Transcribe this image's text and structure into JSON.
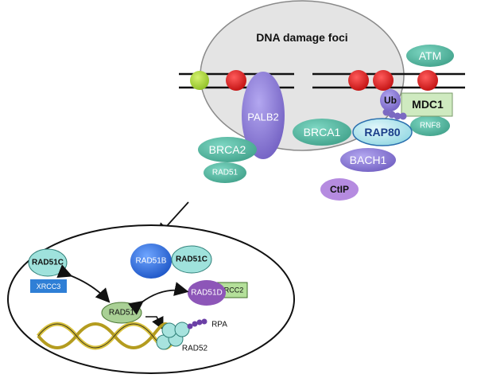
{
  "title": "DNA damage foci",
  "upper": {
    "proteins": {
      "ATM": "ATM",
      "PALB2": "PALB2",
      "Ub": "Ub",
      "MDC1": "MDC1",
      "BRCA1": "BRCA1",
      "RAP80": "RAP80",
      "RNF8": "RNF8",
      "BRCA2": "BRCA2",
      "RAD51": "RAD51",
      "BACH1": "BACH1",
      "CtIP": "CtIP"
    }
  },
  "lower": {
    "proteins": {
      "RAD51C_left": "RAD51C",
      "XRCC3": "XRCC3",
      "RAD51B": "RAD51B",
      "RAD51C_right": "RAD51C",
      "RAD51D": "RAD51D",
      "XRCC2": "XRCC2",
      "RAD51": "RAD51",
      "RPA": "RPA",
      "RAD52": "RAD52"
    }
  },
  "colors": {
    "teal": "#4fb5a0",
    "purple_light": "#8e7fd3",
    "purple_mid": "#7d6ac5",
    "red": "#d91c1c",
    "lime": "#a8d43a",
    "blue": "#1f6ed4",
    "mdc1_box": "#cfeac0",
    "foci_fill": "#e4e4e4",
    "rad51_green": "#a9d095",
    "ctip": "#b58be0",
    "dna_gold": "#d8c13b"
  }
}
